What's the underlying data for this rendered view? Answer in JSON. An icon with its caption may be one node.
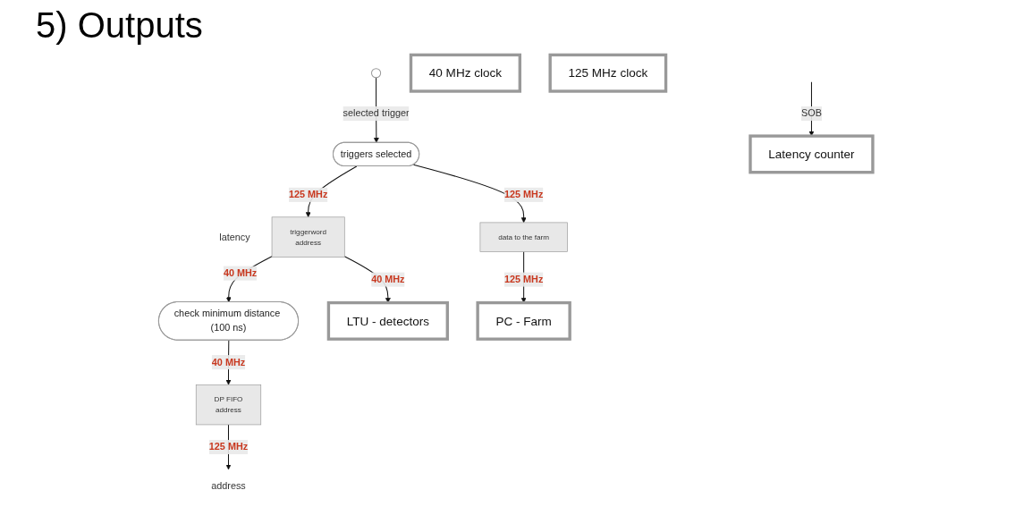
{
  "diagram": {
    "title": "5) Outputs",
    "nodes": [
      {
        "text": [],
        "shape": "circle"
      },
      {
        "text": [
          "40 MHz clock"
        ]
      },
      {
        "text": [
          "triggers selected"
        ]
      },
      {
        "text": [
          "125 MHz clock"
        ]
      },
      {
        "text": [
          "Latency counter"
        ]
      },
      {
        "text": [
          "triggerword",
          "address"
        ],
        "beside": [
          "latency"
        ]
      },
      {
        "text": [
          "DP FIFO",
          "address"
        ]
      },
      {
        "text": [
          "address"
        ]
      },
      {
        "text": [
          "data to the farm"
        ]
      },
      {
        "text": [
          "check minimum distance (100 ns)"
        ]
      },
      {
        "text": [
          "LTU - detectors"
        ]
      },
      {
        "text": [
          "PC - Farm"
        ]
      }
    ],
    "edges": [
      {
        "from": 0,
        "to": 2,
        "arrow": "to",
        "label": "selected trigger"
      },
      {
        "from": null,
        "to": 4,
        "arrow": "to",
        "label": "SOB"
      },
      {
        "from": 2,
        "to": 5,
        "arrow": "to",
        "label": "125 MHz"
      },
      {
        "from": 2,
        "to": 8,
        "arrow": "to",
        "label": "125 MHz"
      },
      {
        "from": 5,
        "to": 10,
        "arrow": "to",
        "label": "40 MHz"
      },
      {
        "from": 5,
        "to": 9,
        "arrow": "to",
        "label": "40 MHz"
      },
      {
        "from": 9,
        "to": 6,
        "arrow": "to",
        "label": "40 MHz"
      },
      {
        "from": 6,
        "to": 7,
        "arrow": "to",
        "label": "125 MHz"
      },
      {
        "from": 8,
        "to": 11,
        "arrow": "to",
        "label": "125 MHz"
      }
    ]
  }
}
